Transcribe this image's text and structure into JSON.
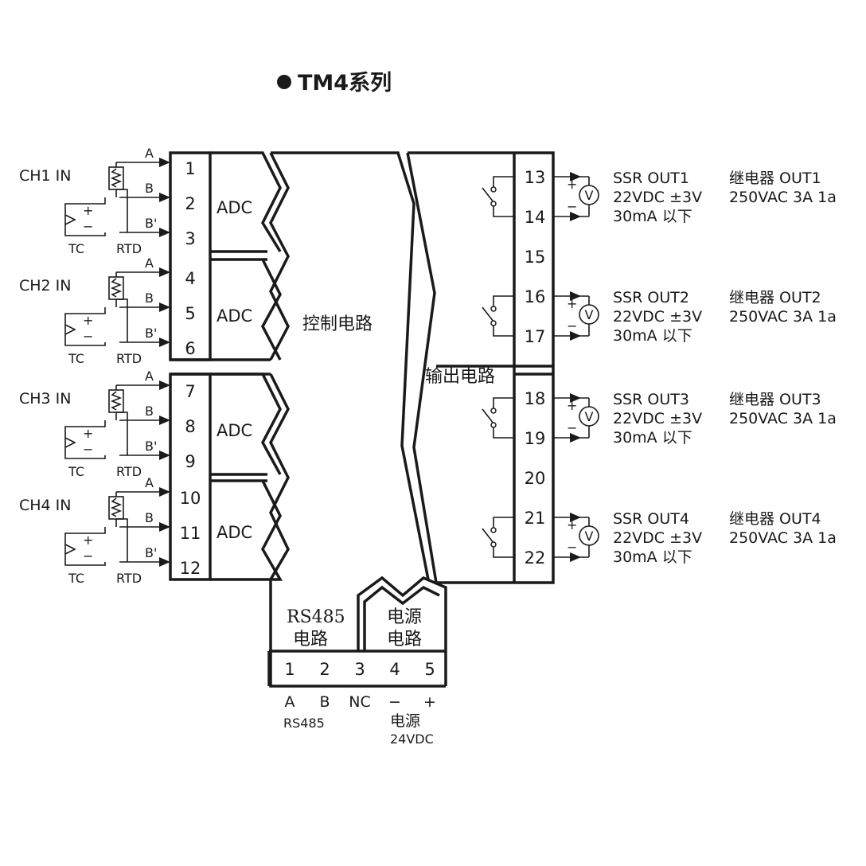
{
  "title": "TM4系列",
  "channels": [
    {
      "label": "CH1 IN",
      "terminals": [
        "1",
        "2",
        "3"
      ]
    },
    {
      "label": "CH2 IN",
      "terminals": [
        "4",
        "5",
        "6"
      ]
    },
    {
      "label": "CH3 IN",
      "terminals": [
        "7",
        "8",
        "9"
      ]
    },
    {
      "label": "CH4 IN",
      "terminals": [
        "10",
        "11",
        "12"
      ]
    }
  ],
  "input_wire_labels": [
    "A",
    "B",
    "B'"
  ],
  "tc_label": "TC",
  "rtd_label": "RTD",
  "adc_label": "ADC",
  "control_circuit": "控制电路",
  "output_circuit": "输出电路",
  "output_terminals": [
    "13",
    "14",
    "15",
    "16",
    "17",
    "18",
    "19",
    "20",
    "21",
    "22"
  ],
  "outputs": [
    {
      "ssr": "SSR OUT1",
      "relay": "继电器 OUT1",
      "ssr_spec1": "22VDC ±3V",
      "ssr_spec2": "30mA 以下",
      "relay_spec": "250VAC 3A 1a"
    },
    {
      "ssr": "SSR OUT2",
      "relay": "继电器 OUT2",
      "ssr_spec1": "22VDC ±3V",
      "ssr_spec2": "30mA 以下",
      "relay_spec": "250VAC 3A 1a"
    },
    {
      "ssr": "SSR OUT3",
      "relay": "继电器 OUT3",
      "ssr_spec1": "22VDC ±3V",
      "ssr_spec2": "30mA 以下",
      "relay_spec": "250VAC 3A 1a"
    },
    {
      "ssr": "SSR OUT4",
      "relay": "继电器 OUT4",
      "ssr_spec1": "22VDC ±3V",
      "ssr_spec2": "30mA 以下",
      "relay_spec": "250VAC 3A 1a"
    }
  ],
  "rs485_block": [
    "RS485",
    "电路"
  ],
  "power_block": [
    "电源",
    "电路"
  ],
  "bottom_terminals": [
    "1",
    "2",
    "3",
    "4",
    "5"
  ],
  "bottom_labels": [
    "A",
    "B",
    "NC",
    "−",
    "+"
  ],
  "rs485_label": "RS485",
  "power_label": "电源",
  "power_spec": "24VDC",
  "plus": "+",
  "minus": "−",
  "meter": "V"
}
